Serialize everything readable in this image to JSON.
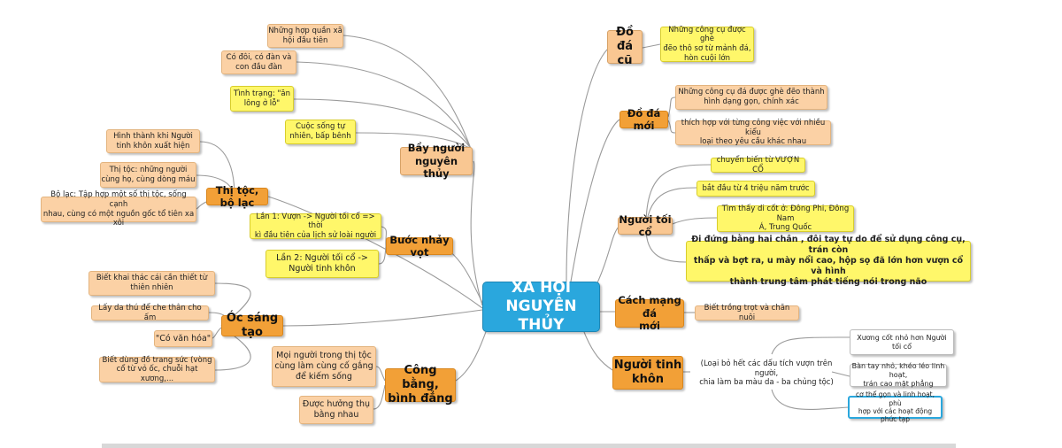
{
  "root": "XÃ HỘI\nNGUYÊN THỦY",
  "branches": {
    "bay_nguoi": "Bầy người\nnguyên thủy",
    "thi_toc": "Thị tộc, bộ lạc",
    "buoc_nhay": "Bước nhảy vọt",
    "oc_sang_tao": "Óc sáng tạo",
    "cong_bang": "Công bằng,\nbình đẳng",
    "do_da_cu": "Đồ\nđá cũ",
    "do_da_moi": "Đồ đá mới",
    "nguoi_toi_co": "Người tối cổ",
    "cach_mang": "Cách mạng đá\nmới",
    "nguoi_tinh_khon": "Người tinh\nkhôn"
  },
  "leaves": {
    "bay_1": "Những hợp quần xã\nhội đầu tiên",
    "bay_2": "Có đôi, có đàn và\ncon đầu đàn",
    "bay_3": "Tình trạng: \"ăn\nlông ở lỗ\"",
    "bay_4": "Cuộc sống tự\nnhiên, bấp bênh",
    "thitoc_1": "Hình thành khi Người\ntinh khôn xuất hiện",
    "thitoc_2": "Thị tộc: những người\ncùng họ, cùng dòng máu",
    "thitoc_3": "Bộ lạc: Tập hợp một số thị tộc, sống cạnh\nnhau, cùng có một nguồn gốc tổ tiên xa xôi",
    "buoc_1": "Lần 1: Vượn -> Người tối cổ => thời\nkì đầu tiên của lịch sử loài người",
    "buoc_2": "Lần 2: Người tối cổ ->\nNgười tinh khôn",
    "oc_1": "Biết khai thác cái cần thiết từ\nthiên nhiên",
    "oc_2": "Lấy da thú để che thân cho ấm",
    "oc_3": "\"Có văn hóa\"",
    "oc_4": "Biết dùng đồ trang sức (vòng\ncổ từ vỏ ốc, chuỗi hạt xương,...",
    "cb_1": "Mọi người trong thị tộc\ncùng làm cùng cố gắng\nđể kiếm sống",
    "cb_2": "Được hưởng thụ\nbằng nhau",
    "dacu_1": "Những công cụ được ghè\nđẽo thô sơ từ mảnh đá,\nhòn cuội lớn",
    "damoi_1": "Những công cụ đá được ghè đẽo thành\nhình dạng gọn, chính xác",
    "damoi_2": "thích hợp với từng công việc với nhiều kiểu\nloại theo yêu cầu khác nhau",
    "toico_1": "chuyển biến từ VƯỢN CỔ",
    "toico_2": "bắt đầu từ 4 triệu năm trước",
    "toico_3": "Tìm thấy di cốt ở: Đông Phi, Đông Nam\nÁ, Trung Quốc",
    "toico_4": "Đi đứng bằng hai chân , đôi tay tự do để sử dụng công cụ, trán còn\nthấp và bợt ra, u mày nổi cao, hộp sọ đã lớn hơn vượn cổ và hình\nthành trung tâm phát tiếng nói trong não",
    "cm_1": "Biết trồng trọt và chăn nuôi",
    "tk_main": "(Loại bỏ hết các dấu tích vượn trên người,\nchia làm ba màu da - ba chủng tộc)",
    "tk_1": "Xương cốt nhỏ hơn Người\ntối cổ",
    "tk_2": "Bàn tay nhỏ, khéo léo linh hoạt,\ntrán cao mặt phẳng",
    "tk_3": "cơ thể gọn và linh hoạt, phù\nhợp với các hoạt động phức tạp"
  },
  "colors": {
    "root": "#2aa7dd",
    "branch": "#f2a037",
    "leaf_peach": "#fbd1a5",
    "leaf_yellow": "#fff76a",
    "line": "#999999"
  }
}
